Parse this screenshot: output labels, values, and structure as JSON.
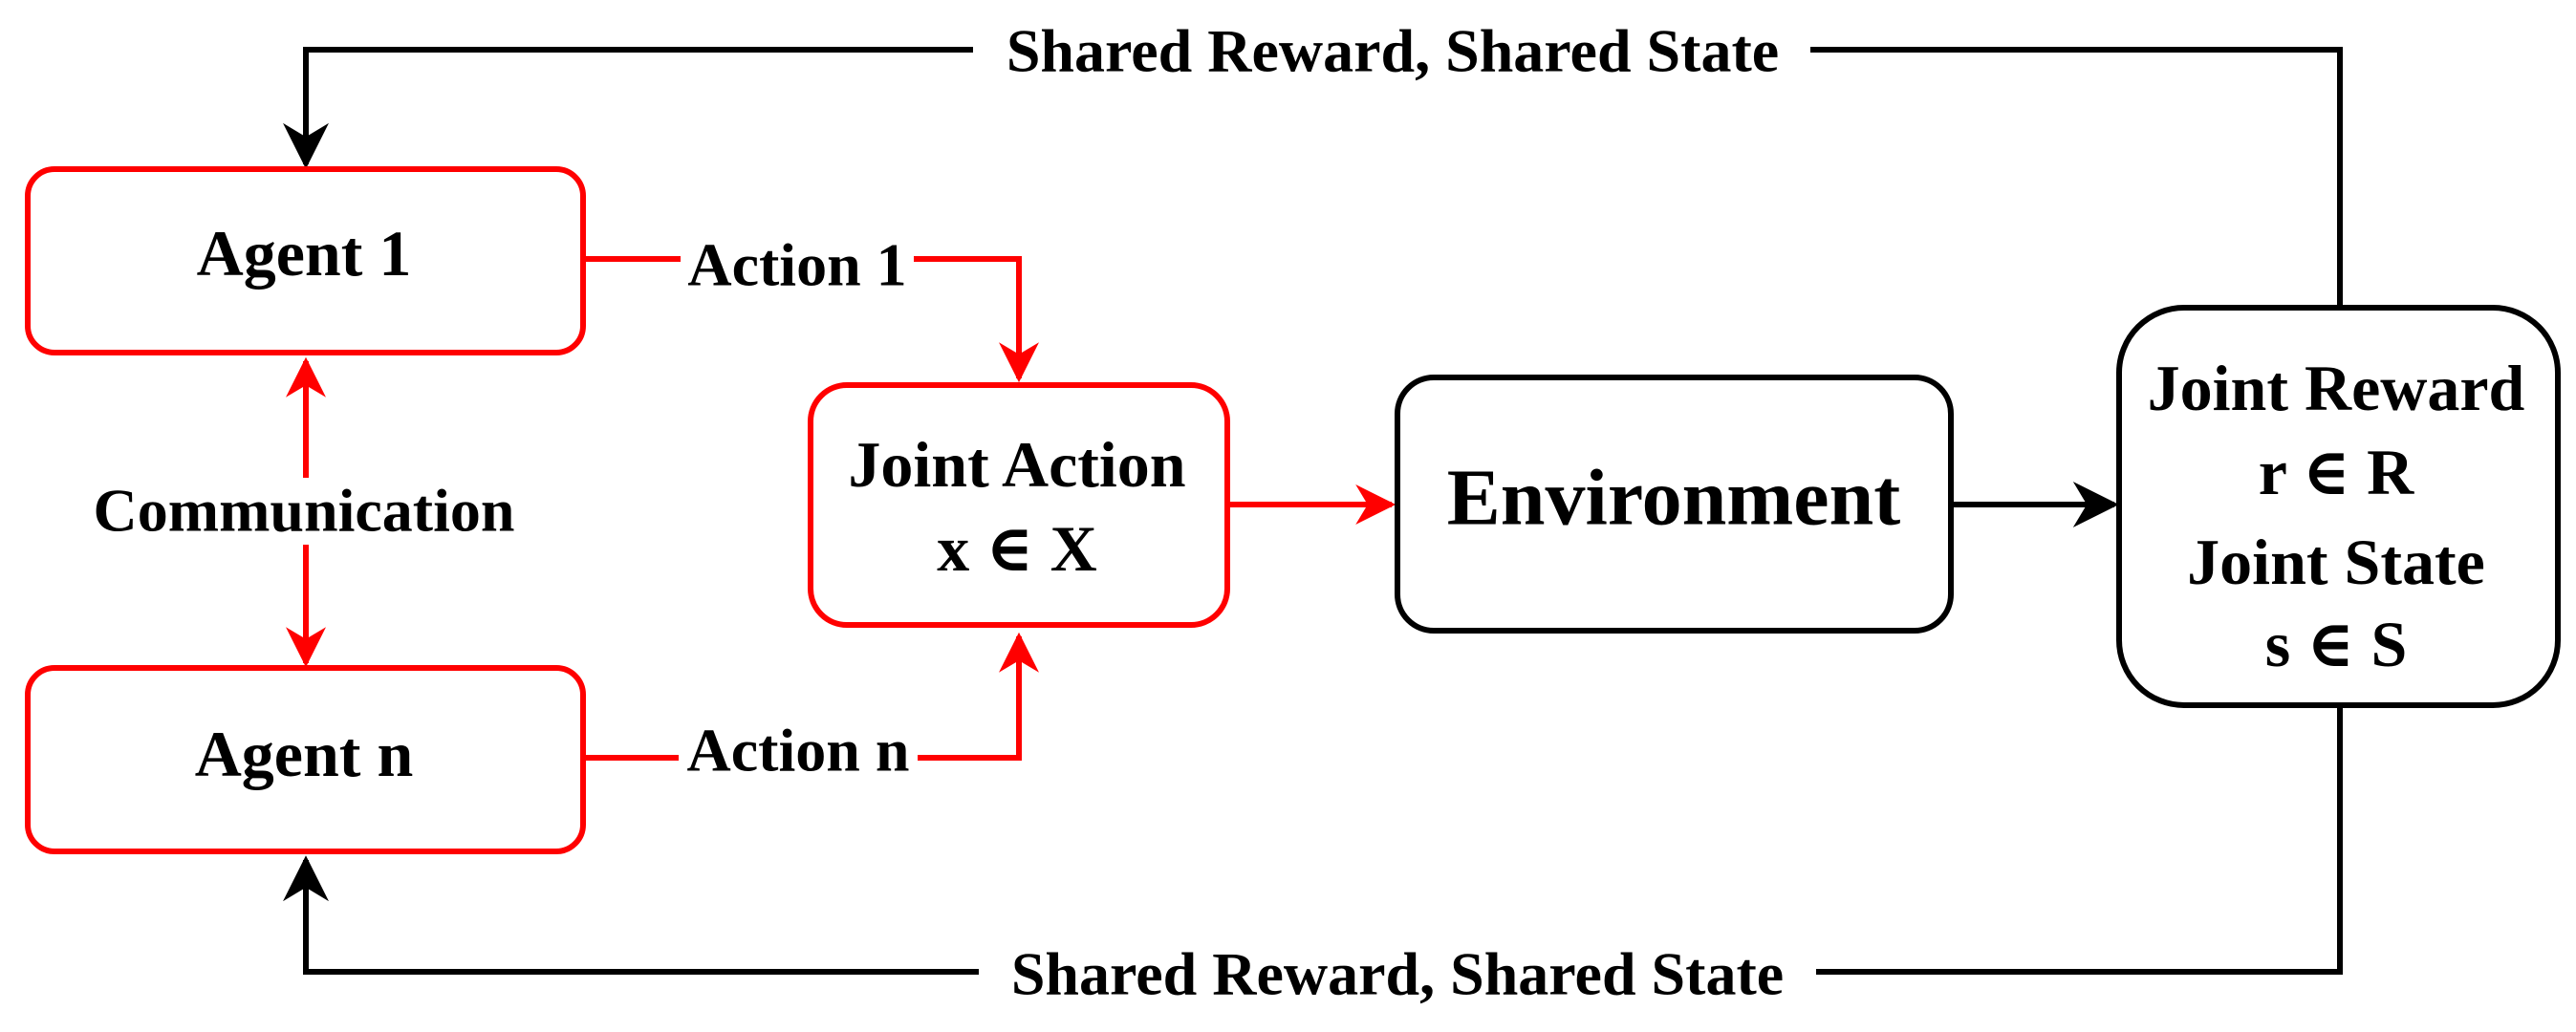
{
  "diagram": {
    "agents": {
      "agent_1": "Agent 1",
      "agent_n": "Agent n",
      "communication": "Communication"
    },
    "actions": {
      "action_1": "Action 1",
      "action_n": "Action n"
    },
    "joint_action": {
      "title": "Joint Action",
      "formula": "x ∈ X"
    },
    "environment": "Environment",
    "joint_output": {
      "reward_title": "Joint Reward",
      "reward_formula": "r ∈ R",
      "state_title": "Joint State",
      "state_formula": "s ∈ S"
    },
    "feedback": {
      "top": "Shared Reward, Shared State",
      "bottom": "Shared Reward, Shared State"
    },
    "colors": {
      "agent_side": "#ff0000",
      "environment_side": "#000000"
    }
  }
}
